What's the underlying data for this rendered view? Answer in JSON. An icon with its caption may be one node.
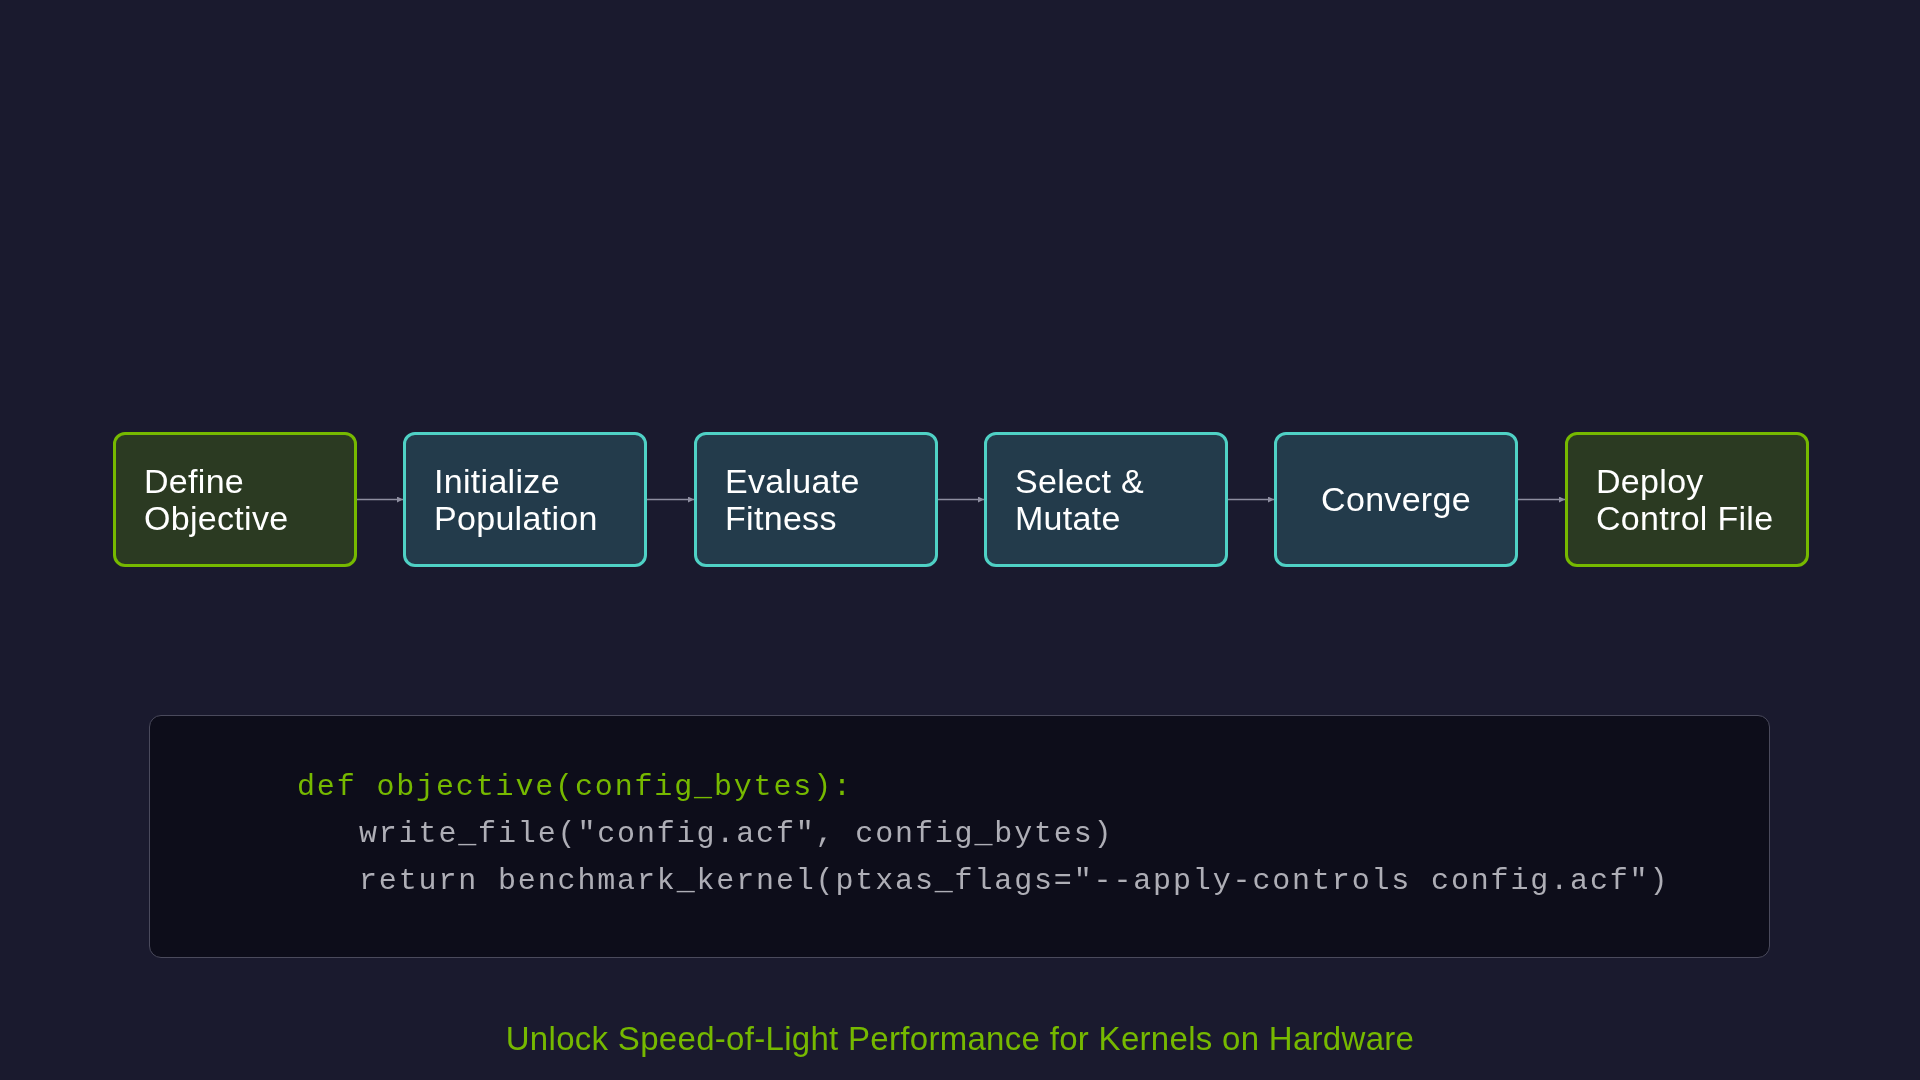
{
  "diagram": {
    "caption": "Unlock Speed-of-Light Performance for Kernels on Hardware",
    "nodes": [
      {
        "text": [
          "Define Objective"
        ]
      },
      {
        "text": [
          "Initialize Population"
        ]
      },
      {
        "text": [
          "Evaluate Fitness"
        ]
      },
      {
        "text": [
          "Select & Mutate"
        ]
      },
      {
        "text": [
          "Converge"
        ]
      },
      {
        "text": [
          "Deploy Control File"
        ]
      },
      {
        "text": [
          "def objective(config_bytes):",
          "write_file(\"config.acf\", config_bytes)",
          "return benchmark_kernel(ptxas_flags=\"--apply-controls config.acf\")"
        ]
      }
    ],
    "edges": [
      {
        "from": 0,
        "to": 1,
        "arrow": "to"
      },
      {
        "from": 1,
        "to": 2,
        "arrow": "to"
      },
      {
        "from": 2,
        "to": 3,
        "arrow": "to"
      },
      {
        "from": 3,
        "to": 4,
        "arrow": "to"
      },
      {
        "from": 4,
        "to": 5,
        "arrow": "to"
      }
    ]
  }
}
